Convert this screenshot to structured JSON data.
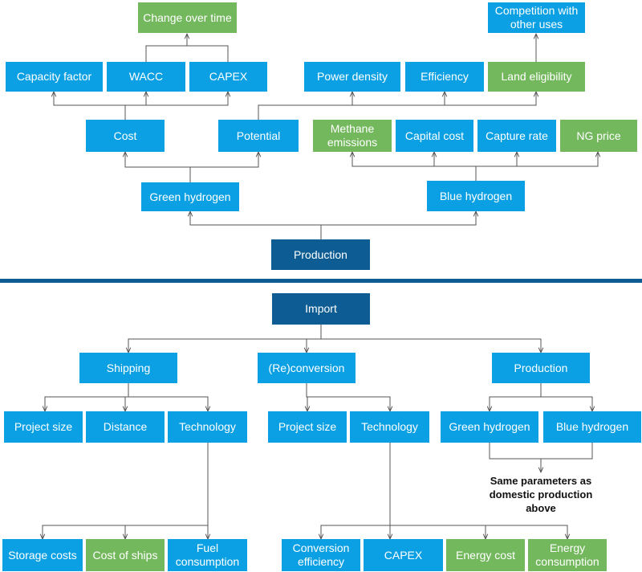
{
  "production_section": {
    "root": "Production",
    "green_hydrogen": {
      "label": "Green hydrogen",
      "cost": {
        "label": "Cost",
        "children": [
          "Capacity factor",
          "WACC",
          "CAPEX"
        ]
      },
      "change_over_time": "Change over time",
      "potential": {
        "label": "Potential",
        "children": [
          "Power density",
          "Efficiency",
          "Land eligibility"
        ]
      },
      "competition": "Competition with other uses"
    },
    "blue_hydrogen": {
      "label": "Blue hydrogen",
      "children": [
        "Methane emissions",
        "Capital cost",
        "Capture rate",
        "NG price"
      ]
    }
  },
  "import_section": {
    "root": "Import",
    "shipping": {
      "label": "Shipping",
      "children": [
        "Project size",
        "Distance",
        "Technology"
      ],
      "technology_children": [
        "Storage costs",
        "Cost of ships",
        "Fuel consumption"
      ]
    },
    "reconversion": {
      "label": "(Re)conversion",
      "children": [
        "Project size",
        "Technology"
      ],
      "technology_children": [
        "Conversion efficiency",
        "CAPEX",
        "Energy cost",
        "Energy consumption"
      ]
    },
    "production": {
      "label": "Production",
      "children": [
        "Green hydrogen",
        "Blue hydrogen"
      ],
      "note": "Same parameters as domestic production above"
    }
  },
  "colors": {
    "blue": "#0aa0e3",
    "green": "#74b85e",
    "dark_blue": "#0d5d94"
  }
}
